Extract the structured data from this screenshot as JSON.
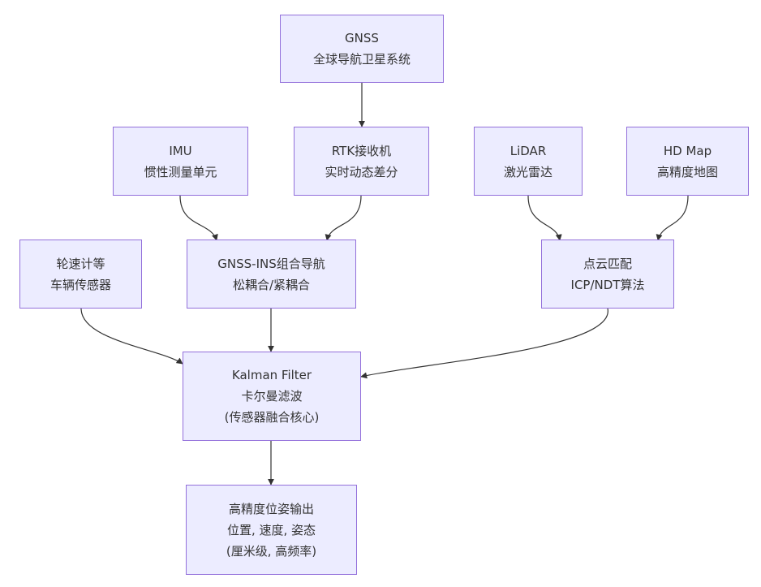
{
  "diagram": {
    "type": "flowchart",
    "nodes": {
      "gnss": {
        "lines": [
          "GNSS",
          "全球导航卫星系统"
        ]
      },
      "imu": {
        "lines": [
          "IMU",
          "惯性测量单元"
        ]
      },
      "rtk": {
        "lines": [
          "RTK接收机",
          "实时动态差分"
        ]
      },
      "lidar": {
        "lines": [
          "LiDAR",
          "激光雷达"
        ]
      },
      "hdmap": {
        "lines": [
          "HD Map",
          "高精度地图"
        ]
      },
      "wheel": {
        "lines": [
          "轮速计等",
          "车辆传感器"
        ]
      },
      "ins": {
        "lines": [
          "GNSS-INS组合导航",
          "松耦合/紧耦合"
        ]
      },
      "pcm": {
        "lines": [
          "点云匹配",
          "ICP/NDT算法"
        ]
      },
      "kalman": {
        "lines": [
          "Kalman Filter",
          "卡尔曼滤波",
          "(传感器融合核心)"
        ]
      },
      "output": {
        "lines": [
          "高精度位姿输出",
          "位置, 速度, 姿态",
          "(厘米级, 高频率)"
        ]
      }
    },
    "edges": [
      {
        "from": "gnss",
        "to": "rtk"
      },
      {
        "from": "imu",
        "to": "ins"
      },
      {
        "from": "rtk",
        "to": "ins"
      },
      {
        "from": "lidar",
        "to": "pcm"
      },
      {
        "from": "hdmap",
        "to": "pcm"
      },
      {
        "from": "wheel",
        "to": "kalman"
      },
      {
        "from": "ins",
        "to": "kalman"
      },
      {
        "from": "pcm",
        "to": "kalman"
      },
      {
        "from": "kalman",
        "to": "output"
      }
    ]
  },
  "colors": {
    "node_fill": "#ececff",
    "node_border": "#9370db",
    "edge": "#333333",
    "text": "#333333"
  }
}
